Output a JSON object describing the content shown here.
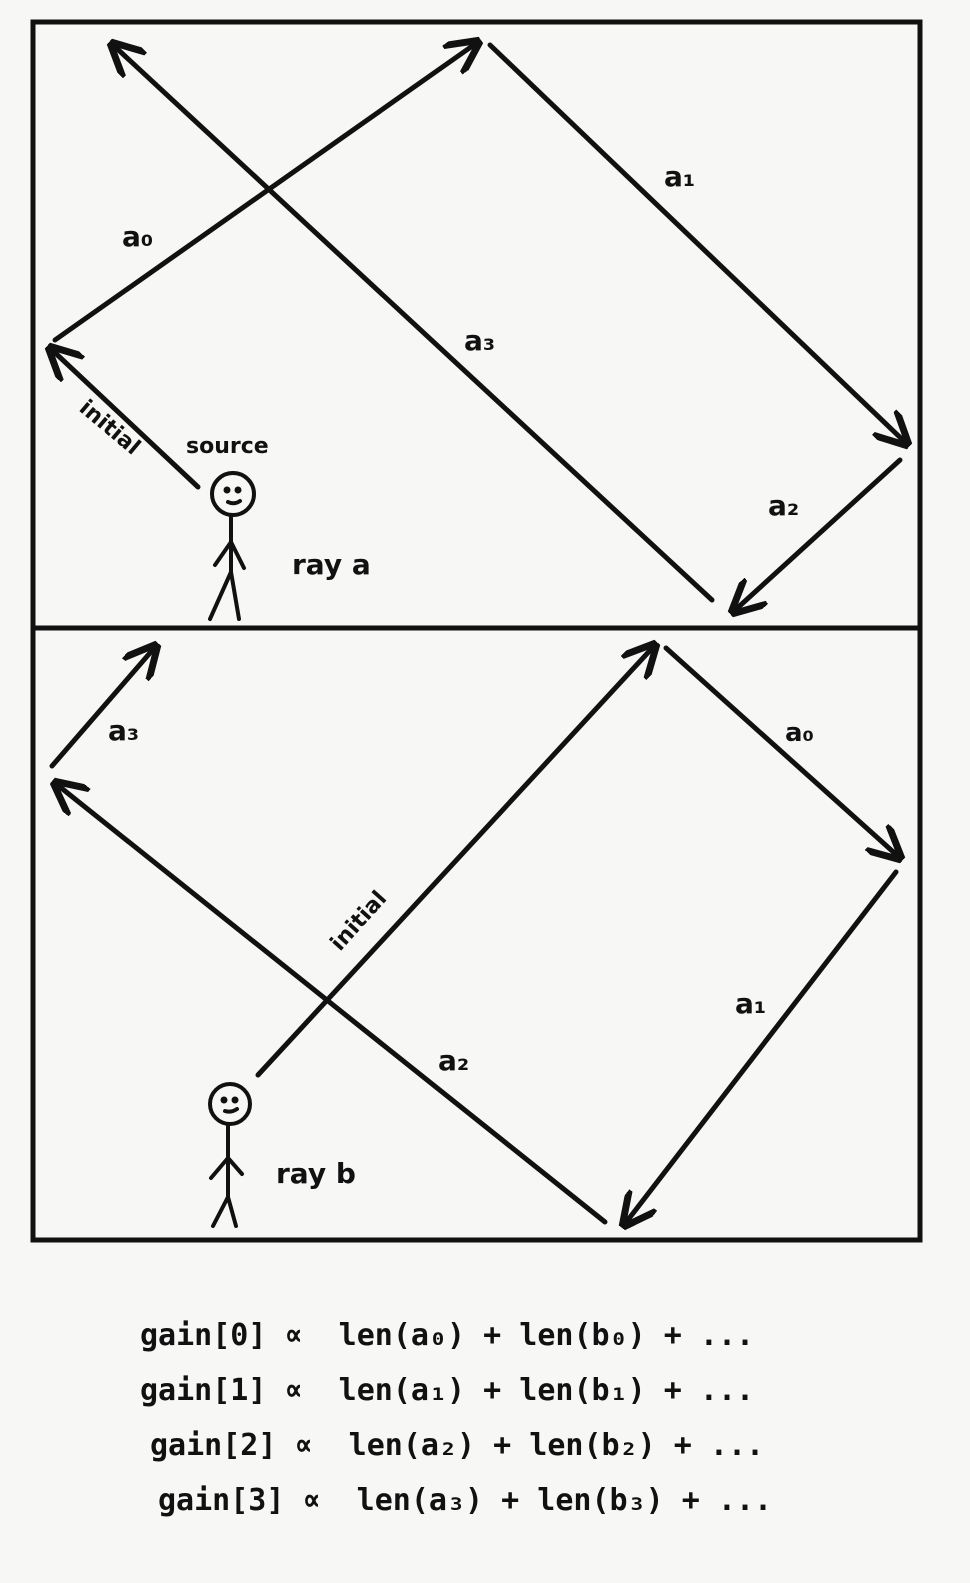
{
  "colors": {
    "ink": "#111111",
    "ray_label": "#2f7fe0",
    "paper": "#f7f7f5"
  },
  "panel_a": {
    "ray_label": "ray a",
    "source_label": "source",
    "segments": {
      "initial": "initial",
      "a0": "a₀",
      "a1": "a₁",
      "a2": "a₂",
      "a3": "a₃"
    }
  },
  "panel_b": {
    "ray_label": "ray b",
    "segments": {
      "initial": "initial",
      "a0": "a₀",
      "a1": "a₁",
      "a2": "a₂",
      "a3": "a₃"
    }
  },
  "formulas": [
    "gain[0] ∝  len(a₀) + len(b₀) + ...",
    "gain[1] ∝  len(a₁) + len(b₁) + ...",
    "gain[2] ∝  len(a₂) + len(b₂) + ...",
    "gain[3] ∝  len(a₃) + len(b₃) + ..."
  ]
}
